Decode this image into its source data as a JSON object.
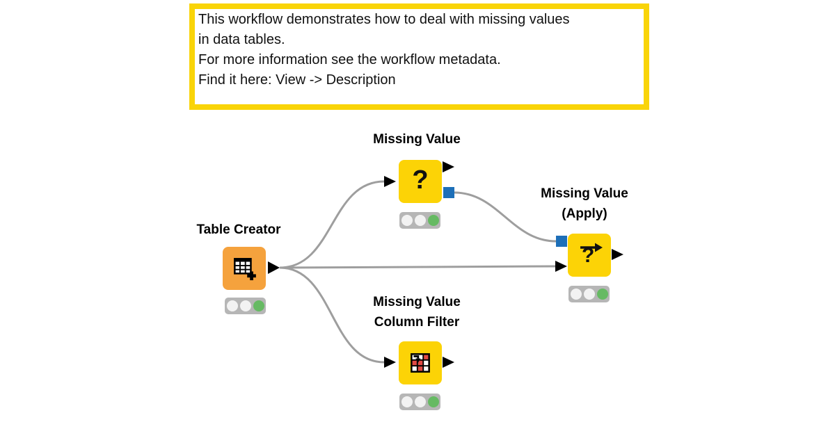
{
  "annotation": {
    "text": "This workflow demonstrates how to deal with missing values\nin data tables.\nFor more information see the workflow metadata.\nFind it here: View -> Description"
  },
  "nodes": [
    {
      "label": "Table Creator",
      "type": "source",
      "icon": "table-plus-icon",
      "status": "executed",
      "inputs": [],
      "outputs": [
        "data"
      ]
    },
    {
      "label": "Missing Value",
      "type": "manipulator",
      "icon": "question-mark-icon",
      "status": "executed",
      "inputs": [
        "data"
      ],
      "outputs": [
        "data",
        "model"
      ]
    },
    {
      "label": "Missing Value\n(Apply)",
      "type": "manipulator",
      "icon": "question-mark-arrow-icon",
      "status": "executed",
      "inputs": [
        "model",
        "data"
      ],
      "outputs": [
        "data"
      ]
    },
    {
      "label": "Missing Value\nColumn Filter",
      "type": "manipulator",
      "icon": "table-filter-arrow-icon",
      "status": "executed",
      "inputs": [
        "data"
      ],
      "outputs": [
        "data"
      ]
    }
  ],
  "connections": [
    {
      "from": "Table Creator",
      "to": "Missing Value",
      "port_type": "data"
    },
    {
      "from": "Table Creator",
      "to": "Missing Value (Apply)",
      "port_type": "data"
    },
    {
      "from": "Table Creator",
      "to": "Missing Value Column Filter",
      "port_type": "data"
    },
    {
      "from": "Missing Value",
      "to": "Missing Value (Apply)",
      "port_type": "model"
    }
  ],
  "colors": {
    "bg": "#ffffff",
    "annotation-border": "#F9D408",
    "node-yellow": "#FCD306",
    "node-orange": "#F5A23D",
    "port-blue": "#1D6FB8",
    "wire": "#9E9E9E",
    "traffic-bg": "#B6B6B6",
    "light-off": "#F2F2F2",
    "light-green": "#66BA63",
    "icon-red": "#E14B45"
  }
}
